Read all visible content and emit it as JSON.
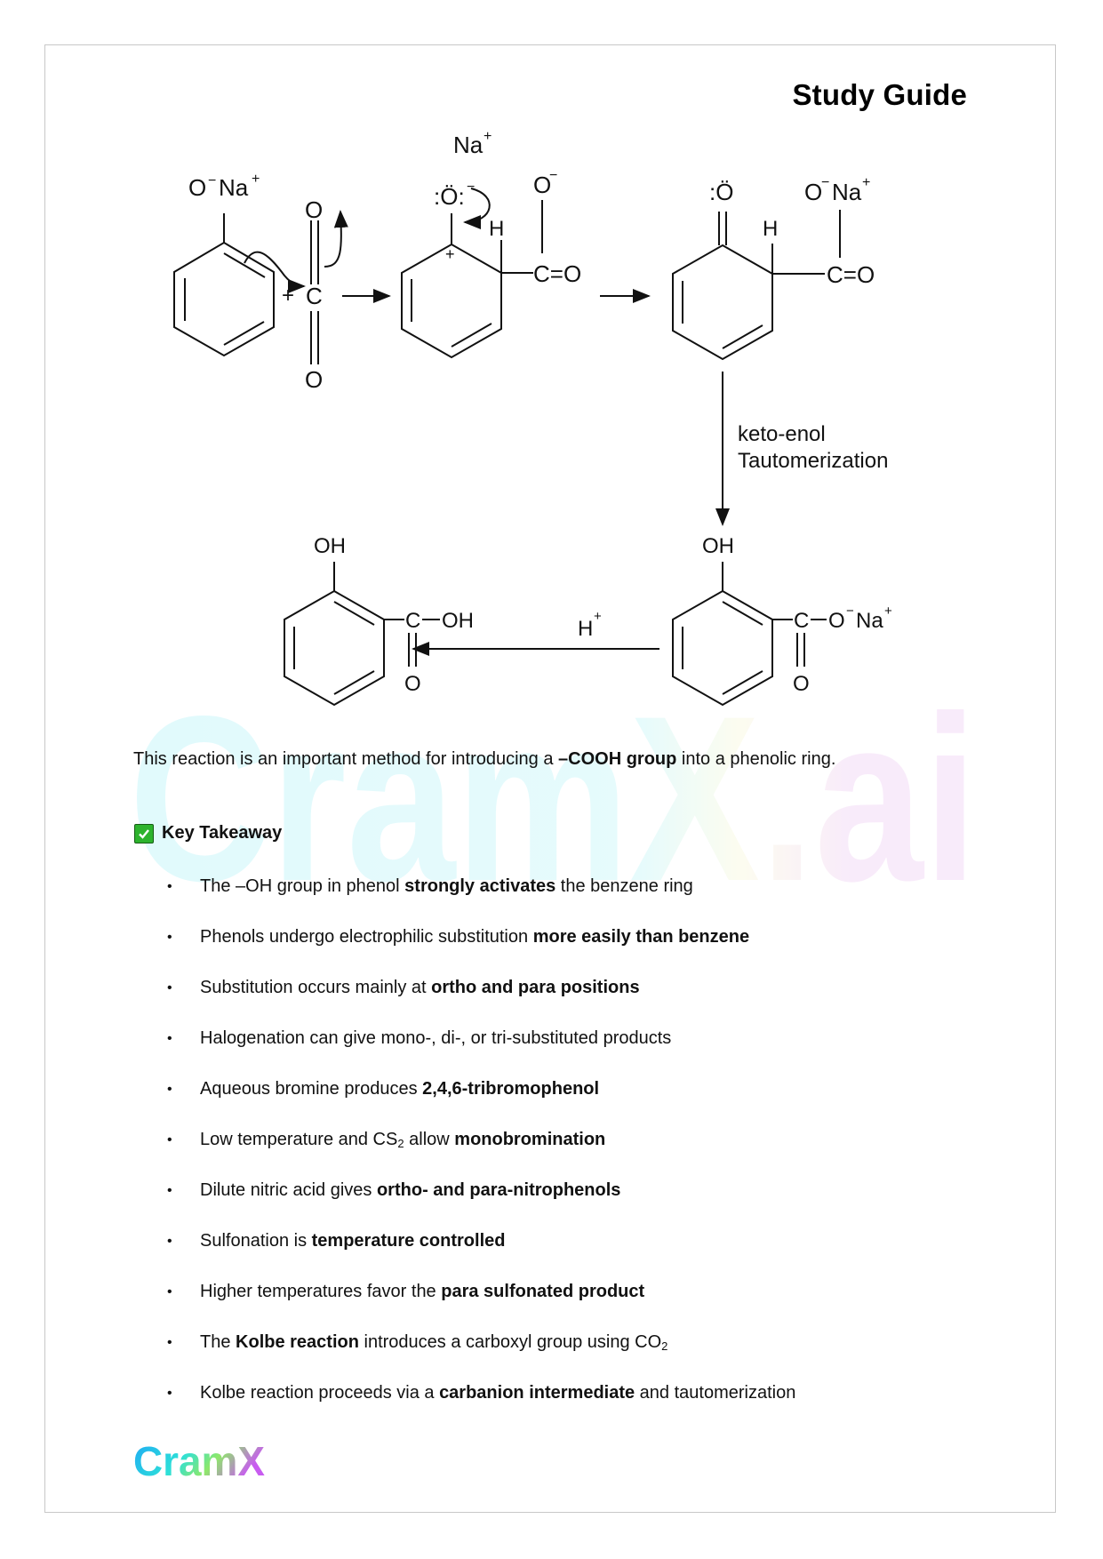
{
  "header": {
    "title": "Study Guide"
  },
  "diagram": {
    "description": "Kolbe reaction mechanism: sodium phenoxide + CO2 to salicylic acid",
    "labels": {
      "phenoxide": [
        "O",
        "−",
        "Na",
        "+"
      ],
      "co2_c": "C",
      "co2_o_top": "O",
      "co2_o_bottom": "O",
      "plus_sign": "+",
      "na_plus": "Na",
      "intermediate_o": ":Ö:",
      "minus": "−",
      "h": "H",
      "carboxylate_o": "O",
      "c_eq_o": "C=O",
      "keto_o": ":Ö",
      "ona": "O",
      "tautomerization_line1": "keto-enol",
      "tautomerization_line2": "Tautomerization",
      "oh": "OH",
      "h_plus": "H",
      "c": "C",
      "o": "O"
    }
  },
  "paragraph": {
    "before": "This reaction is an important method for introducing a ",
    "bold": "–COOH group",
    "after": " into a phenolic ring."
  },
  "key_takeaway": {
    "icon": "check-box-icon",
    "title": "Key Takeaway",
    "bullets": [
      {
        "before": "The –OH group in phenol ",
        "bold": "strongly activates",
        "after": " the benzene ring"
      },
      {
        "before": "Phenols undergo electrophilic substitution ",
        "bold": "more easily than benzene",
        "after": ""
      },
      {
        "before": "Substitution occurs mainly at ",
        "bold": "ortho and para positions",
        "after": ""
      },
      {
        "before": "Halogenation can give mono-, di-, or tri-substituted products",
        "bold": "",
        "after": ""
      },
      {
        "before": "Aqueous bromine produces ",
        "bold": "2,4,6-tribromophenol",
        "after": ""
      },
      {
        "before": "Low temperature and CS",
        "sub": "2",
        "mid": " allow ",
        "bold": "monobromination",
        "after": ""
      },
      {
        "before": "Dilute nitric acid gives ",
        "bold": "ortho- and para-nitrophenols",
        "after": ""
      },
      {
        "before": "Sulfonation is ",
        "bold": "temperature controlled",
        "after": ""
      },
      {
        "before": "Higher temperatures favor the ",
        "bold": "para sulfonated product",
        "after": ""
      },
      {
        "before": "The ",
        "bold": "Kolbe reaction",
        "after": " introduces a carboxyl group using CO",
        "sub_end": "2"
      },
      {
        "before": "Kolbe reaction proceeds via a ",
        "bold": "carbanion intermediate",
        "after": " and tautomerization"
      }
    ]
  },
  "watermark": {
    "text": "CramX.ai"
  },
  "footer": {
    "logo_text": "CramX"
  },
  "colors": {
    "check_green": "#2db32d",
    "watermark_cyan": "#d9fafc",
    "watermark_pink": "#f6e3f8",
    "logo_blue": "#1ec8f0",
    "logo_green": "#7be56a",
    "logo_purple": "#c05cf0"
  }
}
